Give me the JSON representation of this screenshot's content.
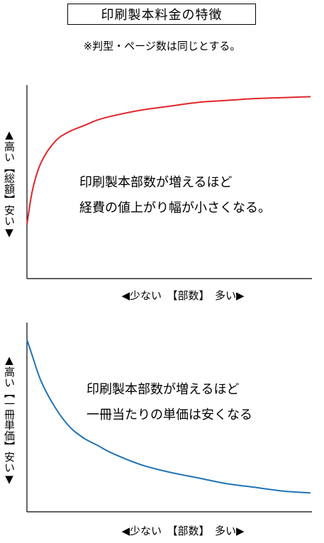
{
  "header": {
    "title": "印刷製本料金の特徴",
    "subtitle": "※判型・ページ数は同じとする。"
  },
  "colors": {
    "total_curve": "#e0262b",
    "unit_curve": "#1f73b7",
    "axis": "#000000"
  },
  "chart_data": [
    {
      "type": "line",
      "title": "",
      "xlabel": "◀少ない　【部数】　多い▶",
      "ylabel": "▲高い【総額】安い▼",
      "x": [
        0,
        0.02,
        0.05,
        0.1,
        0.15,
        0.2,
        0.25,
        0.3,
        0.4,
        0.5,
        0.6,
        0.7,
        0.8,
        0.9,
        1.0
      ],
      "series": [
        {
          "values": [
            0.28,
            0.46,
            0.6,
            0.71,
            0.76,
            0.79,
            0.82,
            0.84,
            0.87,
            0.89,
            0.91,
            0.92,
            0.93,
            0.935,
            0.94
          ]
        }
      ],
      "annotation": [
        "印刷製本部数が増えるほど",
        "経費の値上がり幅が小さくなる。"
      ],
      "xlim": [
        0,
        1
      ],
      "ylim": [
        0,
        1
      ],
      "grid": false,
      "legend": "none"
    },
    {
      "type": "line",
      "title": "",
      "xlabel": "◀少ない　【部数】　多い▶",
      "ylabel": "▲高い【一冊単価】安い▼",
      "x": [
        0,
        0.02,
        0.05,
        0.1,
        0.15,
        0.2,
        0.25,
        0.3,
        0.4,
        0.5,
        0.6,
        0.7,
        0.8,
        0.9,
        1.0
      ],
      "series": [
        {
          "values": [
            0.91,
            0.82,
            0.69,
            0.55,
            0.45,
            0.39,
            0.35,
            0.31,
            0.25,
            0.21,
            0.18,
            0.15,
            0.13,
            0.11,
            0.1
          ]
        }
      ],
      "annotation": [
        "印刷製本部数が増えるほど",
        "一冊当たりの単価は安くなる"
      ],
      "xlim": [
        0,
        1
      ],
      "ylim": [
        0,
        1
      ],
      "grid": false,
      "legend": "none"
    }
  ]
}
